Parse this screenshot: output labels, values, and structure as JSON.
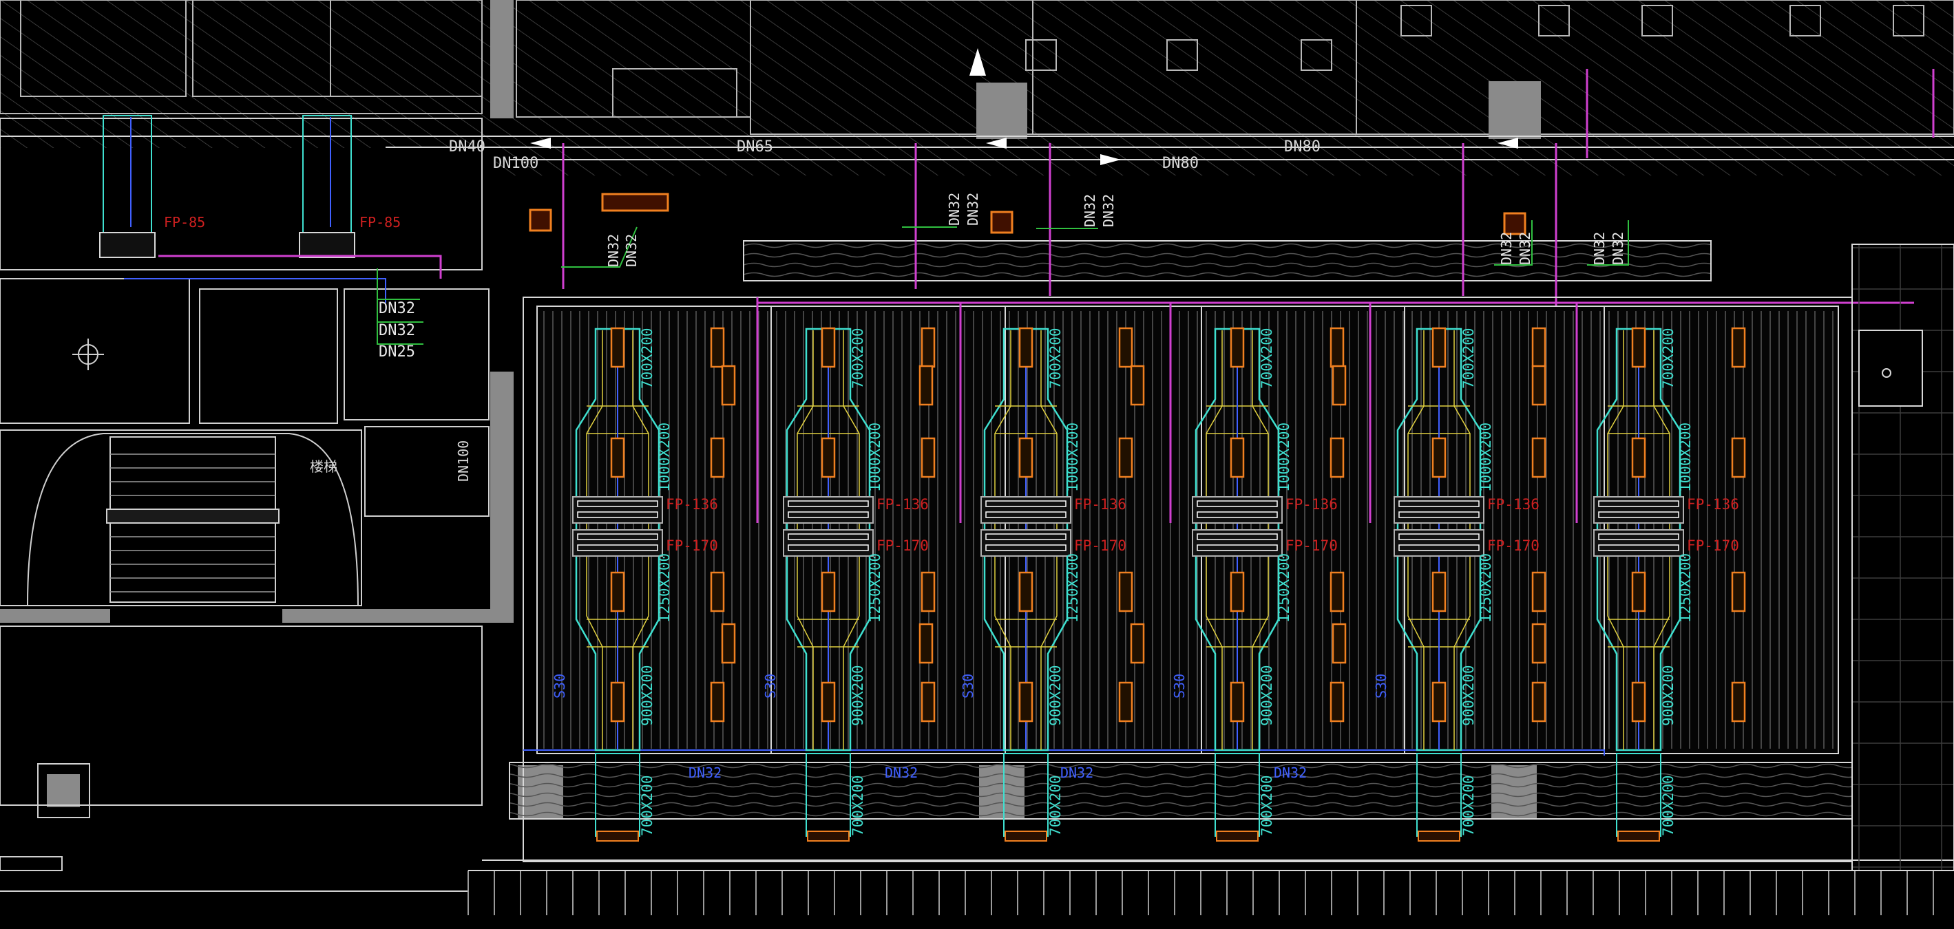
{
  "colors": {
    "background": "#000000",
    "wall": "#808080",
    "line": "#d8d8d8",
    "hatch": "#3a3a3a",
    "duct": "#3fe0d0",
    "duct_inner": "#e0d040",
    "pipe_magenta": "#d040d0",
    "pipe_blue": "#4060ff",
    "pipe_green": "#30c040",
    "equipment_red": "#d02020",
    "diffuser_orange": "#f08020",
    "grille": "#b0b0b0"
  },
  "pipe_labels": {
    "main_dn40": "DN40",
    "main_dn65": "DN65",
    "main_dn80_a": "DN80",
    "main_dn80_b": "DN80",
    "branch_dn100_top": "DN100",
    "dn32_a1": "DN32",
    "dn32_a2": "DN32",
    "dn32_b1": "DN32",
    "dn32_b2": "DN32",
    "dn32_c1": "DN32",
    "dn32_c2": "DN32",
    "dn32_d1": "DN32",
    "dn32_d2": "DN32",
    "dn32_e1": "DN32",
    "dn32_e2": "DN32",
    "left_dn32_1": "DN32",
    "left_dn32_2": "DN32",
    "left_dn25": "DN25",
    "left_dn100": "DN100",
    "bottom_dn32_1": "DN32",
    "bottom_dn32_2": "DN32",
    "bottom_dn32_3": "DN32",
    "bottom_dn32_4": "DN32",
    "stair_label": "楼梯"
  },
  "units": [
    {
      "id": "u1",
      "duct_top": "700X200",
      "duct_mid": "1000X200",
      "duct_low": "1250X200",
      "duct_bottom": "900X200",
      "duct_outlet": "700X200",
      "fp_a": "FP-136",
      "fp_b": "FP-170",
      "side": "S30"
    },
    {
      "id": "u2",
      "duct_top": "700X200",
      "duct_mid": "1000X200",
      "duct_low": "1250X200",
      "duct_bottom": "900X200",
      "duct_outlet": "700X200",
      "fp_a": "FP-136",
      "fp_b": "FP-170",
      "side": "S30"
    },
    {
      "id": "u3",
      "duct_top": "700X200",
      "duct_mid": "1000X200",
      "duct_low": "1250X200",
      "duct_bottom": "900X200",
      "duct_outlet": "700X200",
      "fp_a": "FP-136",
      "fp_b": "FP-170",
      "side": "S30"
    },
    {
      "id": "u4",
      "duct_top": "700X200",
      "duct_mid": "1000X200",
      "duct_low": "1250X200",
      "duct_bottom": "900X200",
      "duct_outlet": "700X200",
      "fp_a": "FP-136",
      "fp_b": "FP-170",
      "side": "S30"
    },
    {
      "id": "u5",
      "duct_top": "700X200",
      "duct_mid": "1000X200",
      "duct_low": "1250X200",
      "duct_bottom": "900X200",
      "duct_outlet": "700X200",
      "fp_a": "FP-136",
      "fp_b": "FP-170",
      "side": "S30"
    },
    {
      "id": "u6",
      "duct_top": "700X200",
      "duct_mid": "1000X200",
      "duct_low": "1250X200",
      "duct_bottom": "900X200",
      "duct_outlet": "700X200",
      "fp_a": "FP-136",
      "fp_b": "FP-170",
      "side": ""
    }
  ],
  "left_fcu": {
    "fp_a": "FP-85",
    "fp_b": "FP-85"
  }
}
